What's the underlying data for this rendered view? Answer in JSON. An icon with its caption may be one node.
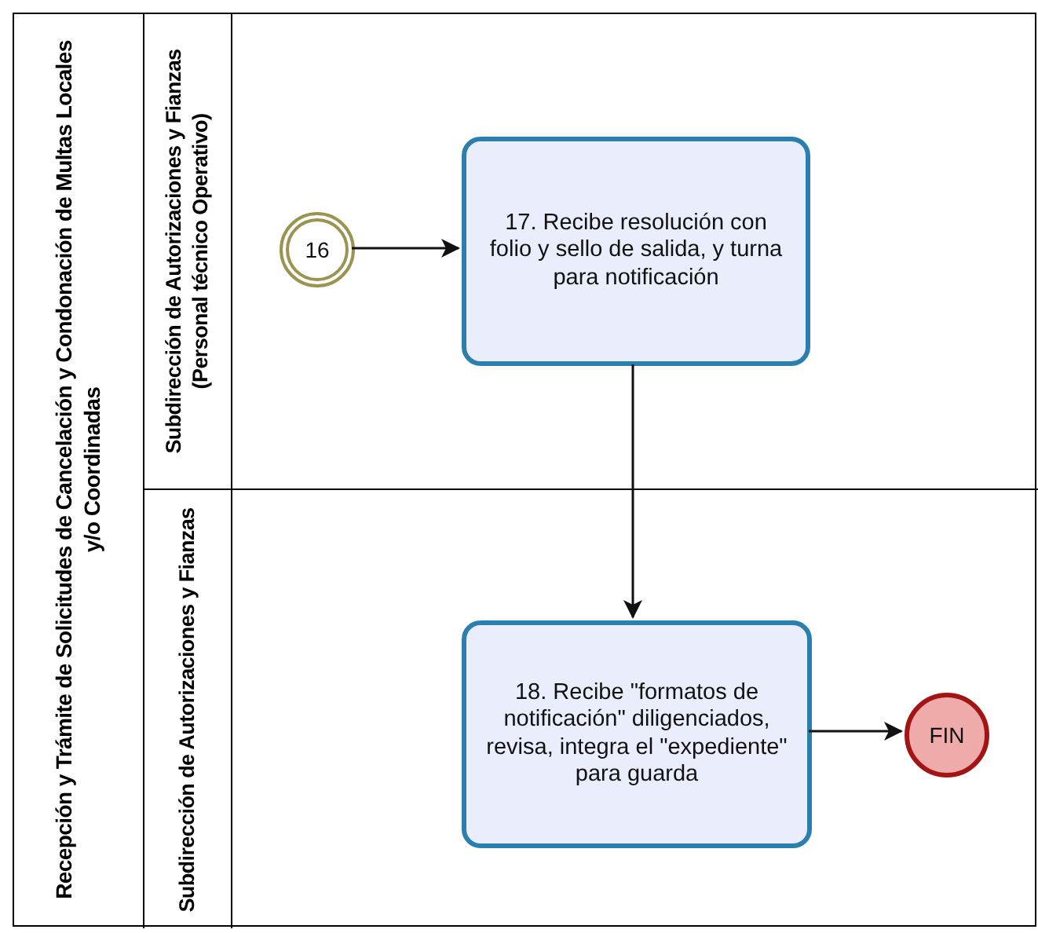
{
  "diagram": {
    "nodes": [
      {
        "text": [
          "Recepción y Trámite de Solicitudes de Cancelación y Condonación de Multas Locales y/o Coordinadas"
        ]
      },
      {
        "text": [
          "Subdirección de Autorizaciones y Fianzas (Personal técnico Operativo)"
        ],
        "in": 0
      },
      {
        "text": [
          "Subdirección de Autorizaciones y Fianzas"
        ],
        "in": 0
      },
      {
        "text": [
          "16"
        ],
        "in": 1
      },
      {
        "text": [
          "17. Recibe resolución con folio y sello de salida, y turna para notificación"
        ],
        "in": 1
      },
      {
        "text": [
          "18. Recibe \"formatos de notificación\" diligenciados, revisa, integra el \"expediente\" para guarda"
        ],
        "in": 2
      },
      {
        "text": [
          "FIN"
        ],
        "in": 2
      }
    ],
    "edges": [
      {
        "from": 3,
        "to": 4,
        "arrow": "to"
      },
      {
        "from": 4,
        "to": 5,
        "arrow": "to"
      },
      {
        "from": 5,
        "to": 6,
        "arrow": "to"
      }
    ]
  }
}
